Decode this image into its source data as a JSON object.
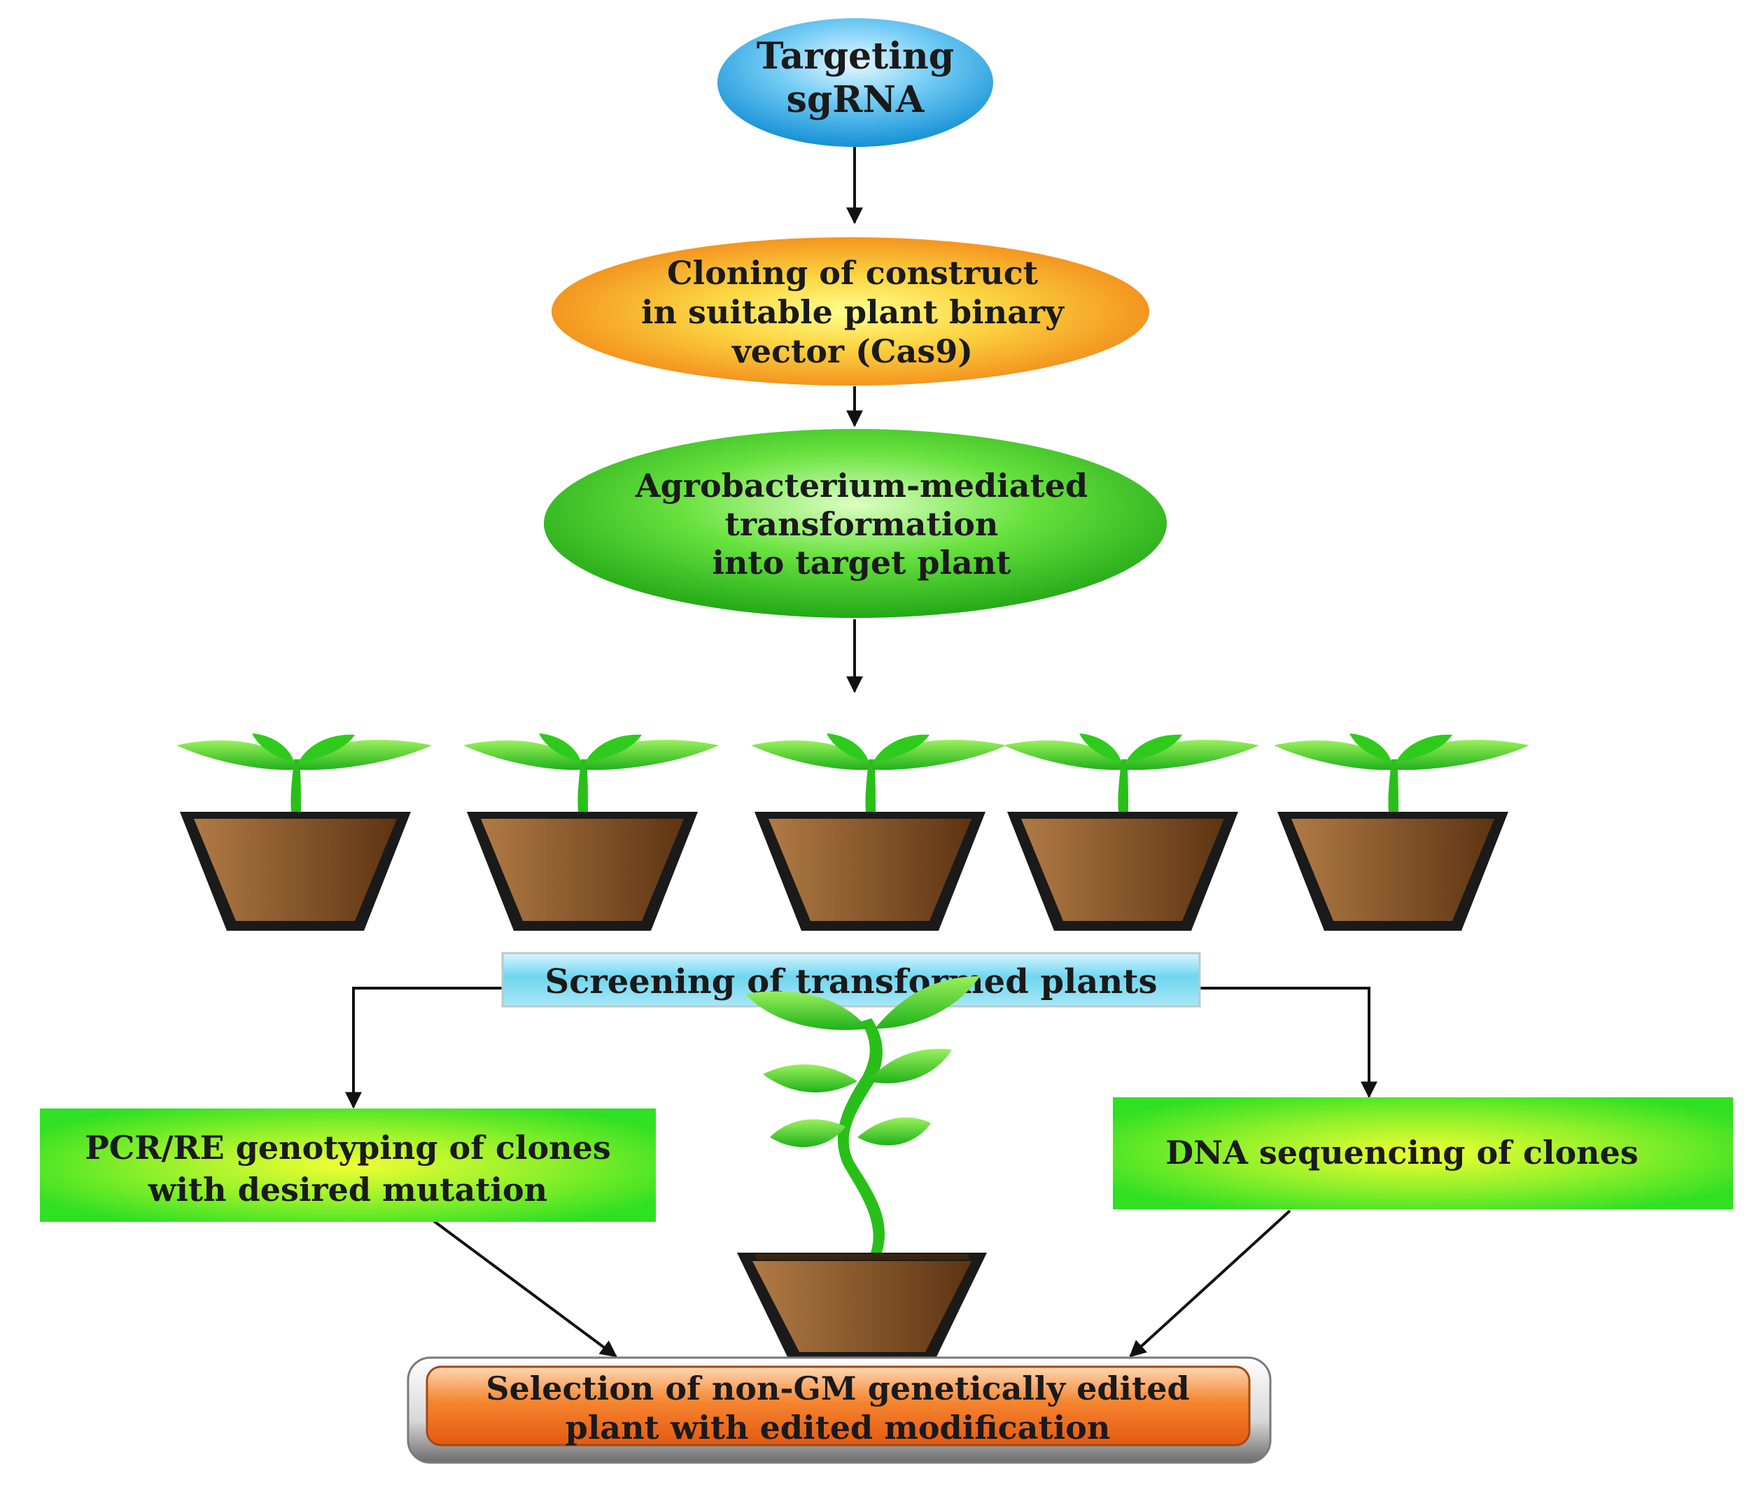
{
  "steps": {
    "targeting": {
      "line1": "Targeting",
      "line2": "sgRNA"
    },
    "cloning": {
      "line1": "Cloning of construct",
      "line2": "in suitable plant binary",
      "line3": "vector (Cas9)"
    },
    "agro": {
      "line1": "Agrobacterium-mediated",
      "line2": "transformation",
      "line3": "into target plant"
    },
    "screening": {
      "label": "Screening of transformed plants"
    },
    "pcr": {
      "line1": "PCR/RE genotyping of clones",
      "line2": "with desired mutation"
    },
    "dna": {
      "label": "DNA sequencing of clones"
    },
    "selection": {
      "line1": "Selection of non-GM genetically edited",
      "line2": "plant with edited modification"
    }
  },
  "icons": {
    "seedling_pot": "potted-seedling-icon",
    "grown_plant": "potted-plant-icon"
  },
  "seedling_count": 5,
  "colors": {
    "targeting": "#3fb4ee",
    "cloning": "#f7a21b",
    "agro": "#3fcf1c",
    "screening": "#7fd8ee",
    "green_box": "#39e81f",
    "selection": "#f37b25",
    "pot": "#8a5428",
    "leaf": "#33cf1a"
  }
}
